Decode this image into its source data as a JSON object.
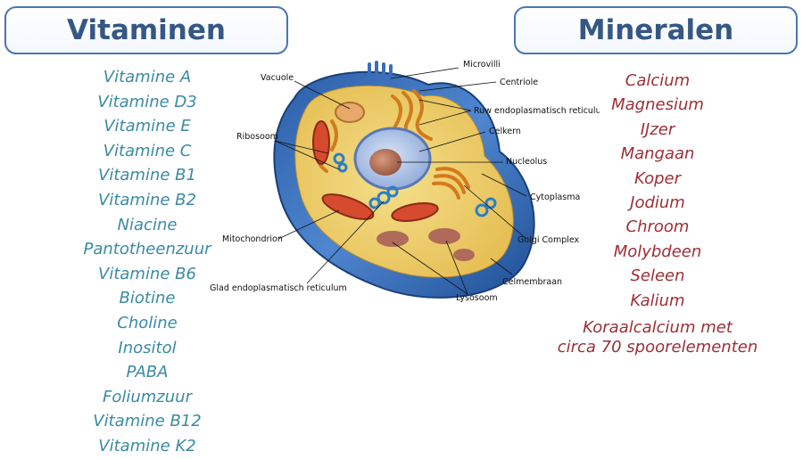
{
  "vitamins": {
    "title": "Vitaminen",
    "items": [
      "Vitamine A",
      "Vitamine D3",
      "Vitamine E",
      "Vitamine C",
      "Vitamine B1",
      "Vitamine B2",
      "Niacine",
      "Pantotheenzuur",
      "Vitamine B6",
      "Biotine",
      "Choline",
      "Inositol",
      "PABA",
      "Foliumzuur",
      "Vitamine B12",
      "Vitamine K2"
    ]
  },
  "minerals": {
    "title": "Mineralen",
    "items": [
      "Calcium",
      "Magnesium",
      "IJzer",
      "Mangaan",
      "Koper",
      "Jodium",
      "Chroom",
      "Molybdeen",
      "Seleen",
      "Kalium"
    ],
    "note_line1": "Koraalcalcium met",
    "note_line2": "circa 70 spoorelementen"
  },
  "cell_labels": {
    "vacuole": "Vacuole",
    "microvilli": "Microvilli",
    "centriole": "Centriole",
    "rough_er": "Ruw endoplasmatisch reticulum",
    "ribosome": "Ribosoom",
    "nucleus": "Celkern",
    "nucleolus": "Nucleolus",
    "cytoplasm": "Cytoplasma",
    "mitochondrion": "Mitochondrion",
    "golgi": "Golgi Complex",
    "cell_membrane": "Celmembraan",
    "smooth_er": "Glad endoplasmatisch reticulum",
    "lysosome": "Lysosoom"
  },
  "colors": {
    "vitamins_text": "#3a8aa3",
    "minerals_text": "#9c2f35",
    "header_text": "#355785",
    "header_border": "#4a74b8"
  }
}
